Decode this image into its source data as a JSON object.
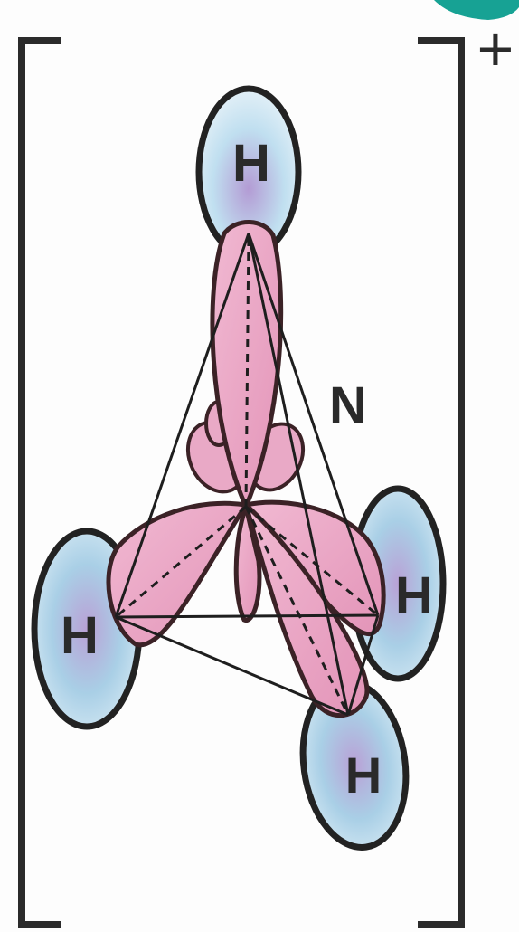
{
  "charge": "+",
  "atoms": {
    "top_h": "H",
    "left_h": "H",
    "right_h": "H",
    "bottom_h": "H",
    "central_n": "N"
  },
  "colors": {
    "orbital_fill": "#e7a6c3",
    "orbital_stroke": "#3b2226",
    "hydrogen_fill": "#a9cfe6",
    "hydrogen_tint": "#b9a1d6",
    "bracket": "#2b2b2b",
    "corner_accent": "#17a294"
  }
}
